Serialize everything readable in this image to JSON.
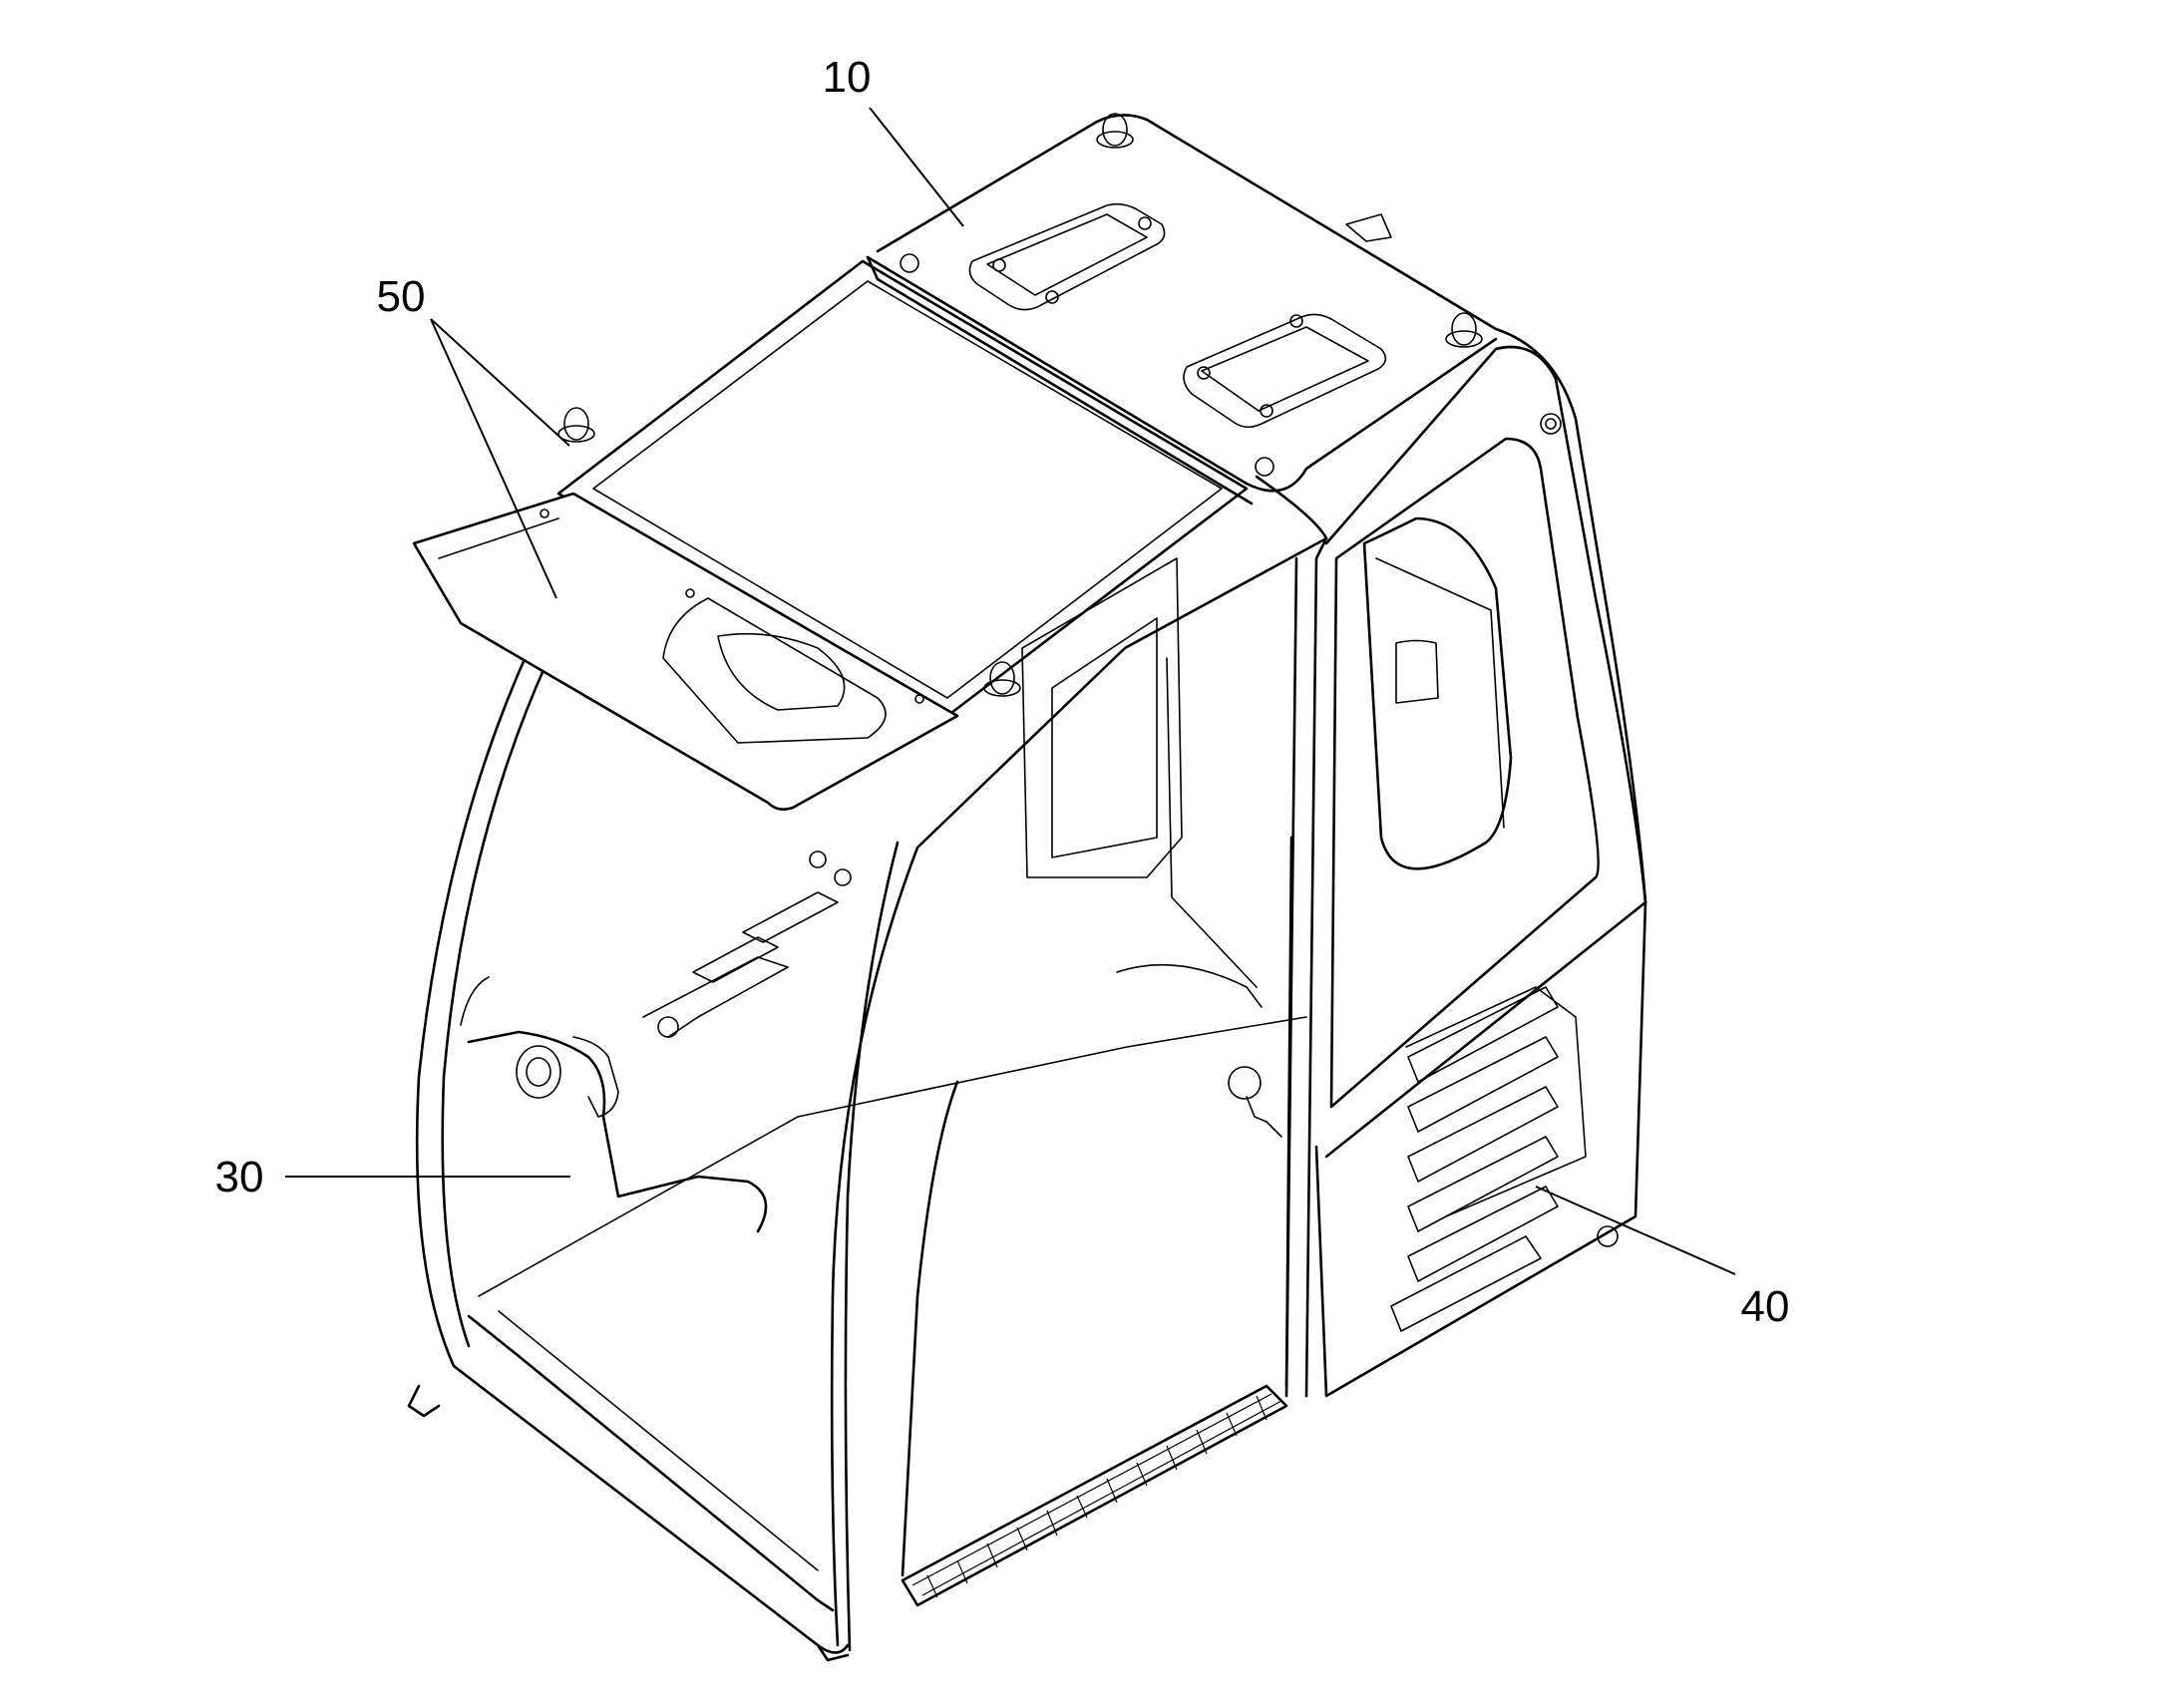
{
  "callouts": {
    "c10": "10",
    "c50": "50",
    "c30": "30",
    "c40": "40"
  },
  "colors": {
    "line": "#000000",
    "background": "#ffffff"
  }
}
